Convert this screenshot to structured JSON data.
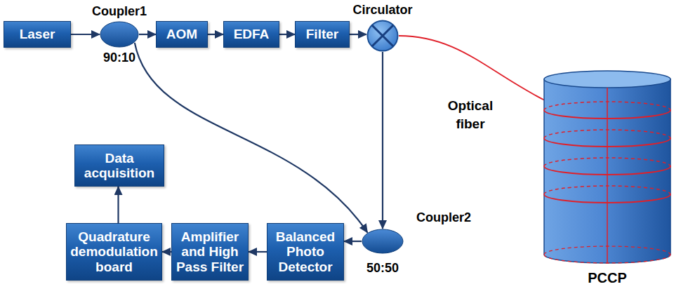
{
  "diagram": {
    "nodes": [
      {
        "text": [
          "Laser"
        ]
      },
      {
        "text": [
          "Coupler1",
          "90:10"
        ]
      },
      {
        "text": [
          "AOM"
        ]
      },
      {
        "text": [
          "EDFA"
        ]
      },
      {
        "text": [
          "Filter"
        ]
      },
      {
        "text": [
          "Circulator"
        ]
      },
      {
        "text": [
          "PCCP"
        ]
      },
      {
        "text": [
          "Data acquisition"
        ]
      },
      {
        "text": [
          "Quadrature demodulation board"
        ]
      },
      {
        "text": [
          "Amplifier and High Pass Filter"
        ]
      },
      {
        "text": [
          "Balanced Photo Detector"
        ]
      },
      {
        "text": [
          "Coupler2",
          "50:50"
        ]
      }
    ],
    "edges": [
      {
        "from": 0,
        "to": 1,
        "arrow": "to"
      },
      {
        "from": 1,
        "to": 2,
        "arrow": "to"
      },
      {
        "from": 2,
        "to": 3,
        "arrow": "to"
      },
      {
        "from": 3,
        "to": 4,
        "arrow": "to"
      },
      {
        "from": 4,
        "to": 5,
        "arrow": "to"
      },
      {
        "from": 5,
        "to": 6,
        "arrow": "none"
      },
      {
        "from": 5,
        "to": 11,
        "arrow": "to"
      },
      {
        "from": 1,
        "to": 11,
        "arrow": "to"
      },
      {
        "from": 11,
        "to": 10,
        "arrow": "to"
      },
      {
        "from": 10,
        "to": 9,
        "arrow": "to"
      },
      {
        "from": 9,
        "to": 8,
        "arrow": "to"
      },
      {
        "from": 8,
        "to": 7,
        "arrow": "to"
      }
    ],
    "labels": [
      "Optical fiber"
    ]
  }
}
